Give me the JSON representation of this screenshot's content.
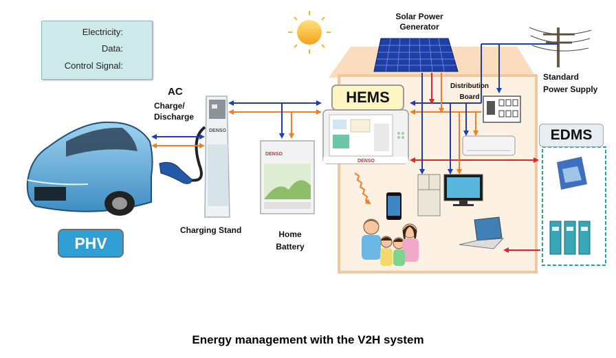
{
  "legend": {
    "electricity_label": "Electricity:",
    "data_label": "Data:",
    "control_label": "Control Signal:"
  },
  "colors": {
    "electricity": "#1a3fb5",
    "data": "#d8262b",
    "control": "#f07e26",
    "phv_badge": "#2f9fd6",
    "hems_badge": "#fdf6c2",
    "legend_bg": "#cde9ea",
    "house_wall": "#fbe3cc"
  },
  "labels": {
    "solar": [
      "Solar Power",
      "Generator"
    ],
    "supply": [
      "Standard",
      "Power Supply"
    ],
    "distribution": [
      "Distribution",
      "Board"
    ],
    "ac": "AC",
    "charge": [
      "Charge/",
      "Discharge"
    ],
    "charging_stand": "Charging Stand",
    "home_battery": [
      "Home",
      "Battery"
    ]
  },
  "badges": {
    "hems": "HEMS",
    "phv": "PHV",
    "edms": "EDMS"
  },
  "devices": {
    "stand_brand": "DENSO",
    "battery_brand": "DENSO",
    "hems_brand": "DENSO"
  },
  "caption": "Energy management with the V2H system"
}
